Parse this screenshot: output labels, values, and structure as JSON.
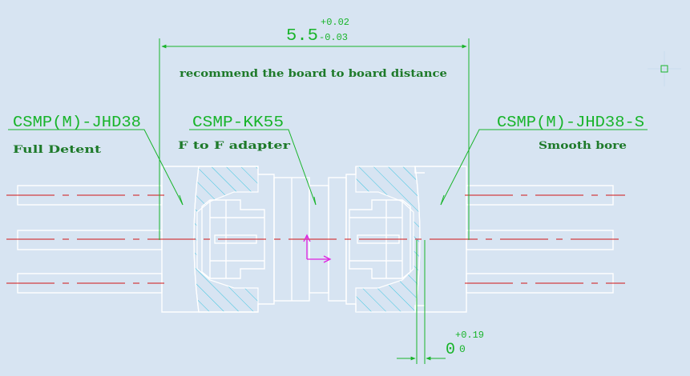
{
  "dimension_top": {
    "nominal": "5.5",
    "upper": "+0.02",
    "lower": "-0.03"
  },
  "dimension_bottom": {
    "nominal": "0",
    "upper": "+0.19",
    "lower": "0"
  },
  "note": "recommend the board to board distance",
  "parts": [
    {
      "code": "CSMP(M)-JHD38",
      "desc": "Full Detent"
    },
    {
      "code": "CSMP-KK55",
      "desc": "F to F adapter"
    },
    {
      "code": "CSMP(M)-JHD38-S",
      "desc": "Smooth bore"
    }
  ],
  "colors": {
    "background": "#d7e4f2",
    "outline": "#ffffff",
    "dimension": "#18b42a",
    "text_green": "#1e7a2a",
    "centerline": "#d21414",
    "hatch": "#3cc6e0",
    "ucs": "#e020e0"
  },
  "icons": [
    "crosshair-cursor-icon",
    "ucs-axis-icon"
  ]
}
